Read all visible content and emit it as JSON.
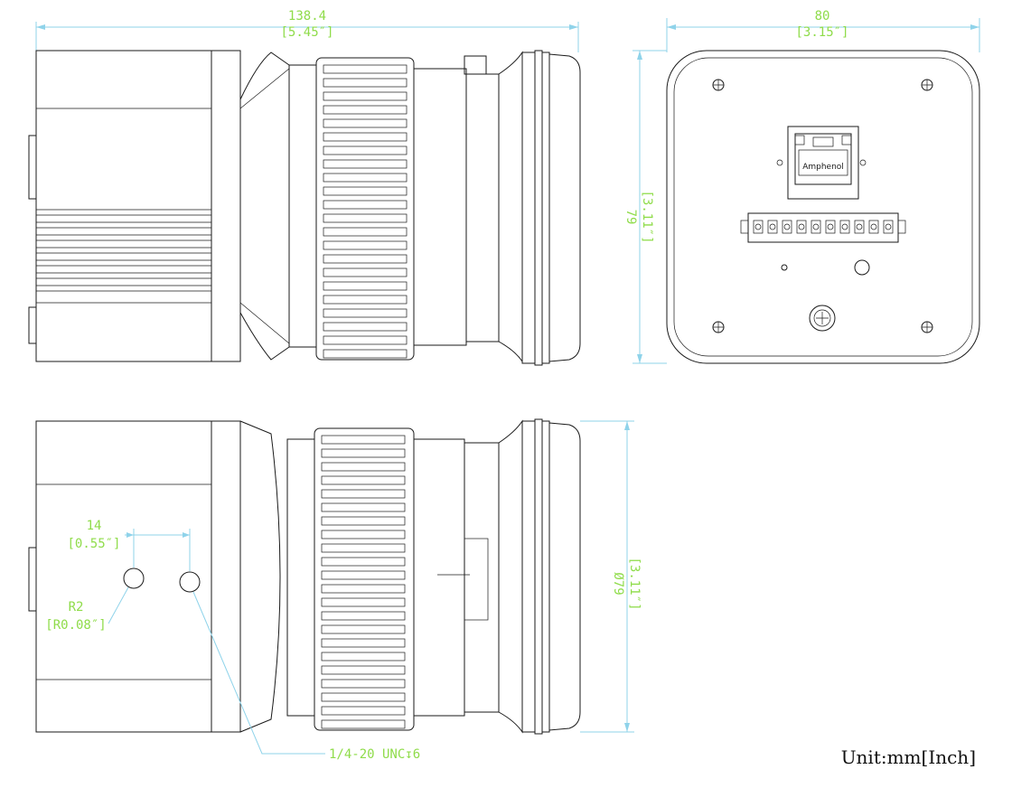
{
  "unit_label": "Unit:mm[Inch]",
  "dimensions": {
    "overall_length": {
      "mm": "138.4",
      "inch": "[5.45″]"
    },
    "rear_width": {
      "mm": "80",
      "inch": "[3.15″]"
    },
    "rear_height": {
      "mm": "79",
      "inch": "[3.11″]"
    },
    "front_diameter": {
      "mm": "Ø79",
      "inch": "[3.11″]"
    },
    "mount_spacing": {
      "mm": "14",
      "inch": "[0.55″]"
    },
    "hole_radius": {
      "mm": "R2",
      "inch": "[R0.08″]"
    },
    "thread_callout": "1/4-20 UNC↧6"
  },
  "connector_label": "Amphenol",
  "colors": {
    "outline": "#1a1a1a",
    "dimension_line": "#8fd3ea",
    "dimension_text": "#8fdc4a"
  }
}
